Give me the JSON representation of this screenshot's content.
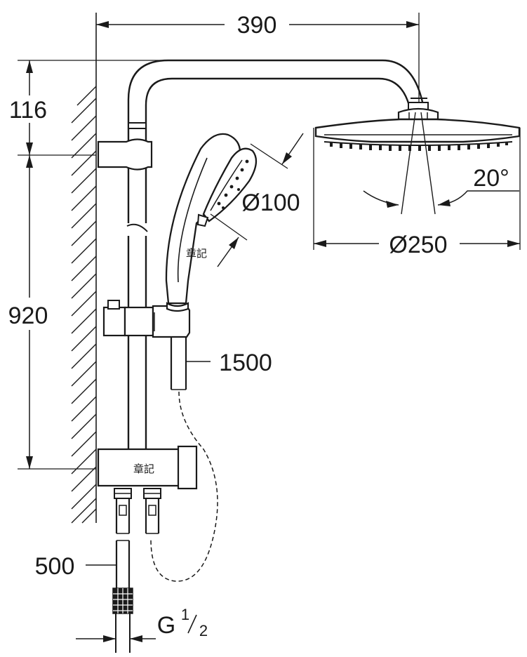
{
  "dimensions": {
    "width_390": "390",
    "height_116": "116",
    "height_920": "920",
    "hand_diameter": "Ø100",
    "head_diameter": "Ø250",
    "angle": "20°",
    "hose_1500": "1500",
    "hose_500": "500",
    "thread_main": "G",
    "thread_num": "1",
    "thread_den": "2"
  },
  "watermarks": {
    "upper": "章記",
    "lower": "章記"
  }
}
